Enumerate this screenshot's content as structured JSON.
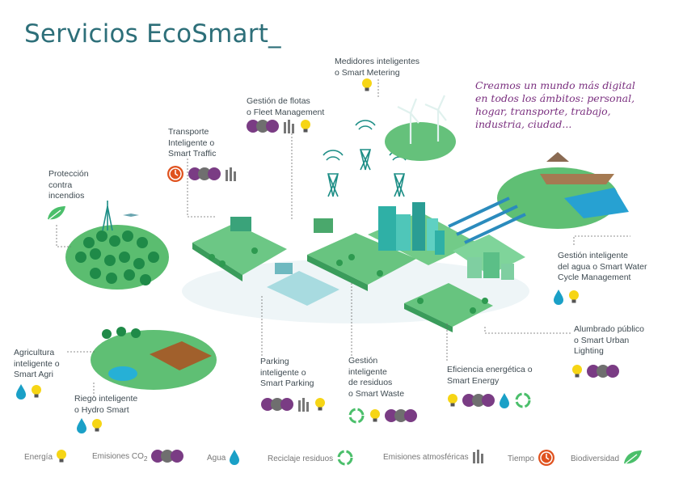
{
  "title": "Servicios EcoSmart_",
  "tagline": "Creamos un mundo más digital\nen todos los ámbitos: personal,\nhogar, transporte, trabajo,\nindustria, ciudad...",
  "colors": {
    "title": "#2d6f79",
    "tagline": "#7a2f7f",
    "green": "#5fc37a",
    "dark_green": "#1f8a48",
    "teal": "#27a3a0",
    "purple": "#7a3c84",
    "grey": "#6f6f6f",
    "yellow": "#f6d515",
    "blue": "#1aa0c7",
    "orange": "#e0521e"
  },
  "labels": {
    "metering": "Medidores inteligentes\no Smart Metering",
    "fleet": "Gestión de flotas\no Fleet Management",
    "traffic": "Transporte\nInteligente o\nSmart Traffic",
    "fire": "Protección\ncontra\nincendios",
    "water": "Gestión inteligente\ndel agua o Smart Water\nCycle Management",
    "lighting": "Alumbrado público\no Smart Urban\nLighting",
    "energy": "Eficiencia energética o\nSmart Energy",
    "waste": "Gestión\ninteligente\nde residuos\no Smart Waste",
    "parking": "Parking\ninteligente o\nSmart Parking",
    "agri": "Agricultura\ninteligente o\nSmart Agri",
    "hydro": "Riego inteligente\no Hydro Smart"
  },
  "legend": {
    "energia": "Energía",
    "emisiones_prefix": "Emisiones CO",
    "emisiones_sub": "2",
    "agua": "Agua",
    "reciclaje": "Reciclaje residuos",
    "atmosfericas": "Emisiones atmosféricas",
    "tiempo": "Tiempo",
    "biodiversidad": "Biodiversidad"
  },
  "icon_names": [
    "bulb-icon",
    "co2-cloud-icon",
    "water-drop-icon",
    "recycle-icon",
    "factory-icon",
    "clock-icon",
    "leaf-icon",
    "antenna-icon",
    "wind-turbine-icon"
  ]
}
